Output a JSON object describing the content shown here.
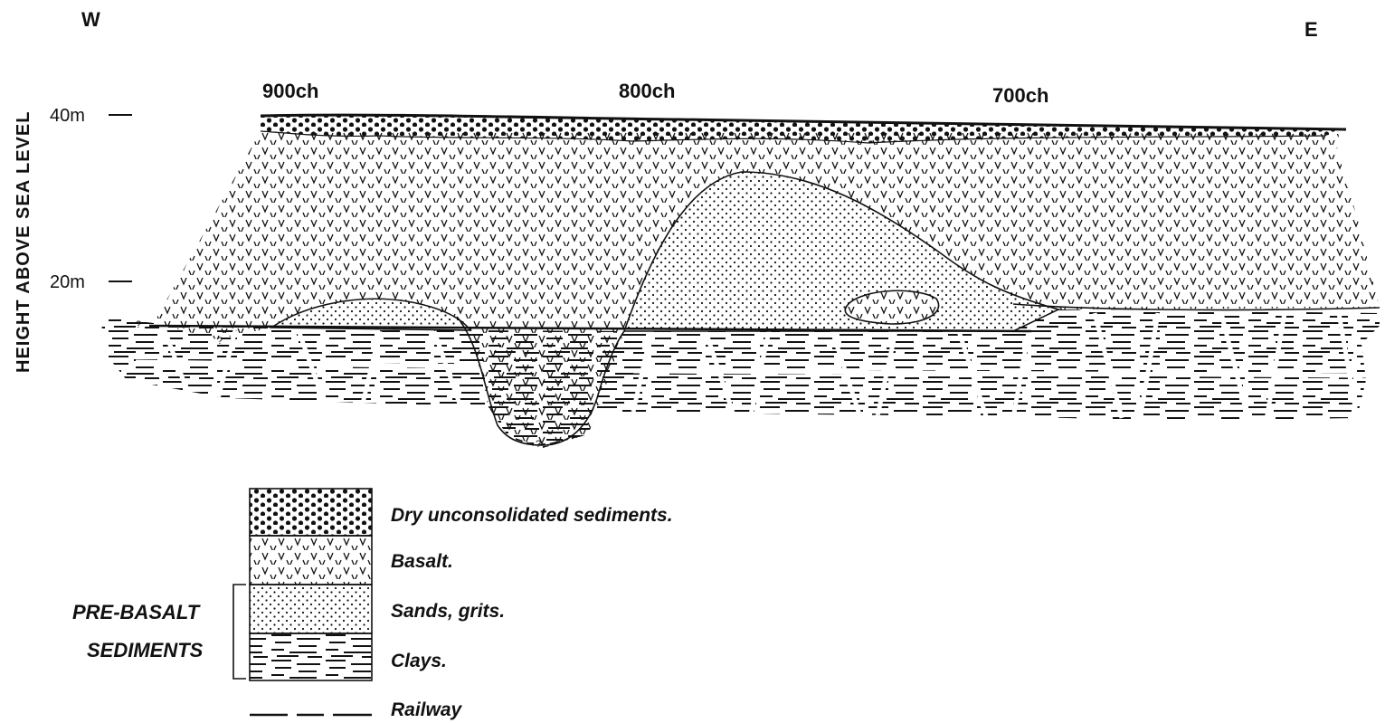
{
  "direction": {
    "west": "W",
    "east": "E"
  },
  "y_axis_label": "HEIGHT ABOVE SEA LEVEL",
  "heights": [
    "40m",
    "20m"
  ],
  "chainages": [
    "900ch",
    "800ch",
    "700ch"
  ],
  "unknown_marker": "?",
  "legend": {
    "dry": "Dry unconsolidated sediments.",
    "basalt": "Basalt.",
    "sands": "Sands, grits.",
    "clays": "Clays.",
    "railway": "Railway"
  },
  "group_label": {
    "line1": "PRE-BASALT",
    "line2": "SEDIMENTS"
  },
  "colors": {
    "ink": "#111111",
    "paper": "#ffffff"
  }
}
